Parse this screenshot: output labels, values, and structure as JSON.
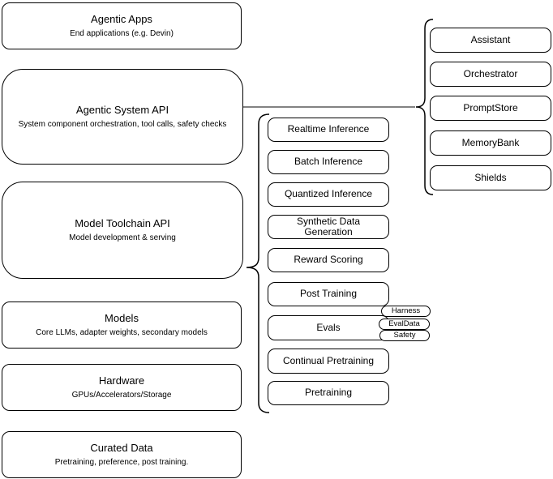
{
  "diagram": {
    "title": "Agentic system stack diagram",
    "left_column": {
      "boxes": [
        {
          "title": "Agentic Apps",
          "subtitle": "End applications (e.g. Devin)"
        },
        {
          "title": "Agentic System API",
          "subtitle": "System component orchestration, tool calls, safety checks"
        },
        {
          "title": "Model Toolchain API",
          "subtitle": "Model development & serving"
        },
        {
          "title": "Models",
          "subtitle": "Core LLMs, adapter weights, secondary models"
        },
        {
          "title": "Hardware",
          "subtitle": "GPUs/Accelerators/Storage"
        },
        {
          "title": "Curated Data",
          "subtitle": "Pretraining, preference, post training."
        }
      ]
    },
    "toolchain_group": {
      "items": [
        "Realtime Inference",
        "Batch Inference",
        "Quantized Inference",
        "Synthetic Data Generation",
        "Reward Scoring",
        "Post Training",
        "Evals",
        "Continual Pretraining",
        "Pretraining"
      ]
    },
    "evals_tags": [
      "Harness",
      "EvalData",
      "Safety"
    ],
    "system_group": {
      "items": [
        "Assistant",
        "Orchestrator",
        "PromptStore",
        "MemoryBank",
        "Shields"
      ]
    },
    "colors": {
      "stroke": "#000000",
      "background": "#ffffff",
      "connector": "#595959"
    }
  }
}
